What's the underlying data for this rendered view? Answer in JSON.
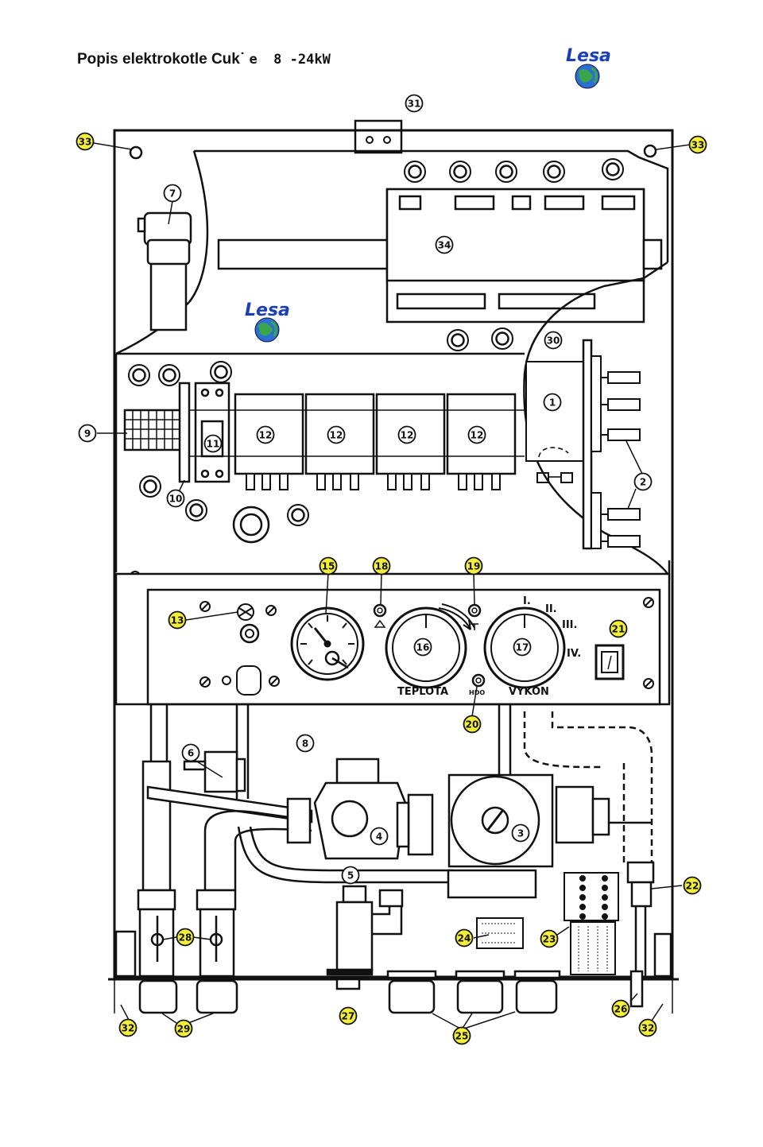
{
  "title": {
    "main": "Popis elektrokotle Cuk",
    "suffix": "e  8 -24kW"
  },
  "logo": {
    "text": "Lesa"
  },
  "panel": {
    "temp_label": "TEPLOTA",
    "power_label": "VYKON",
    "power_levels": [
      "I.",
      "II.",
      "III.",
      "IV."
    ],
    "hdo_label": "HDO"
  },
  "callouts": {
    "n1": "1",
    "n2": "2",
    "n3": "3",
    "n4": "4",
    "n5": "5",
    "n6": "6",
    "n7": "7",
    "n8": "8",
    "n9": "9",
    "n10": "10",
    "n11": "11",
    "n12": "12",
    "n13": "13",
    "n15": "15",
    "n16": "16",
    "n17": "17",
    "n18": "18",
    "n19": "19",
    "n20": "20",
    "n21": "21",
    "n22": "22",
    "n23": "23",
    "n24": "24",
    "n25": "25",
    "n26": "26",
    "n27": "27",
    "n28": "28",
    "n29": "29",
    "n30": "30",
    "n31": "31",
    "n32": "32",
    "n33": "33",
    "n34": "34"
  },
  "colors": {
    "outline": "#111111",
    "callout_fill": "#f4ef3a",
    "logo_blue": "#1a3fb8",
    "globe_green": "#3aa64a",
    "globe_blue": "#2d6fd1"
  }
}
